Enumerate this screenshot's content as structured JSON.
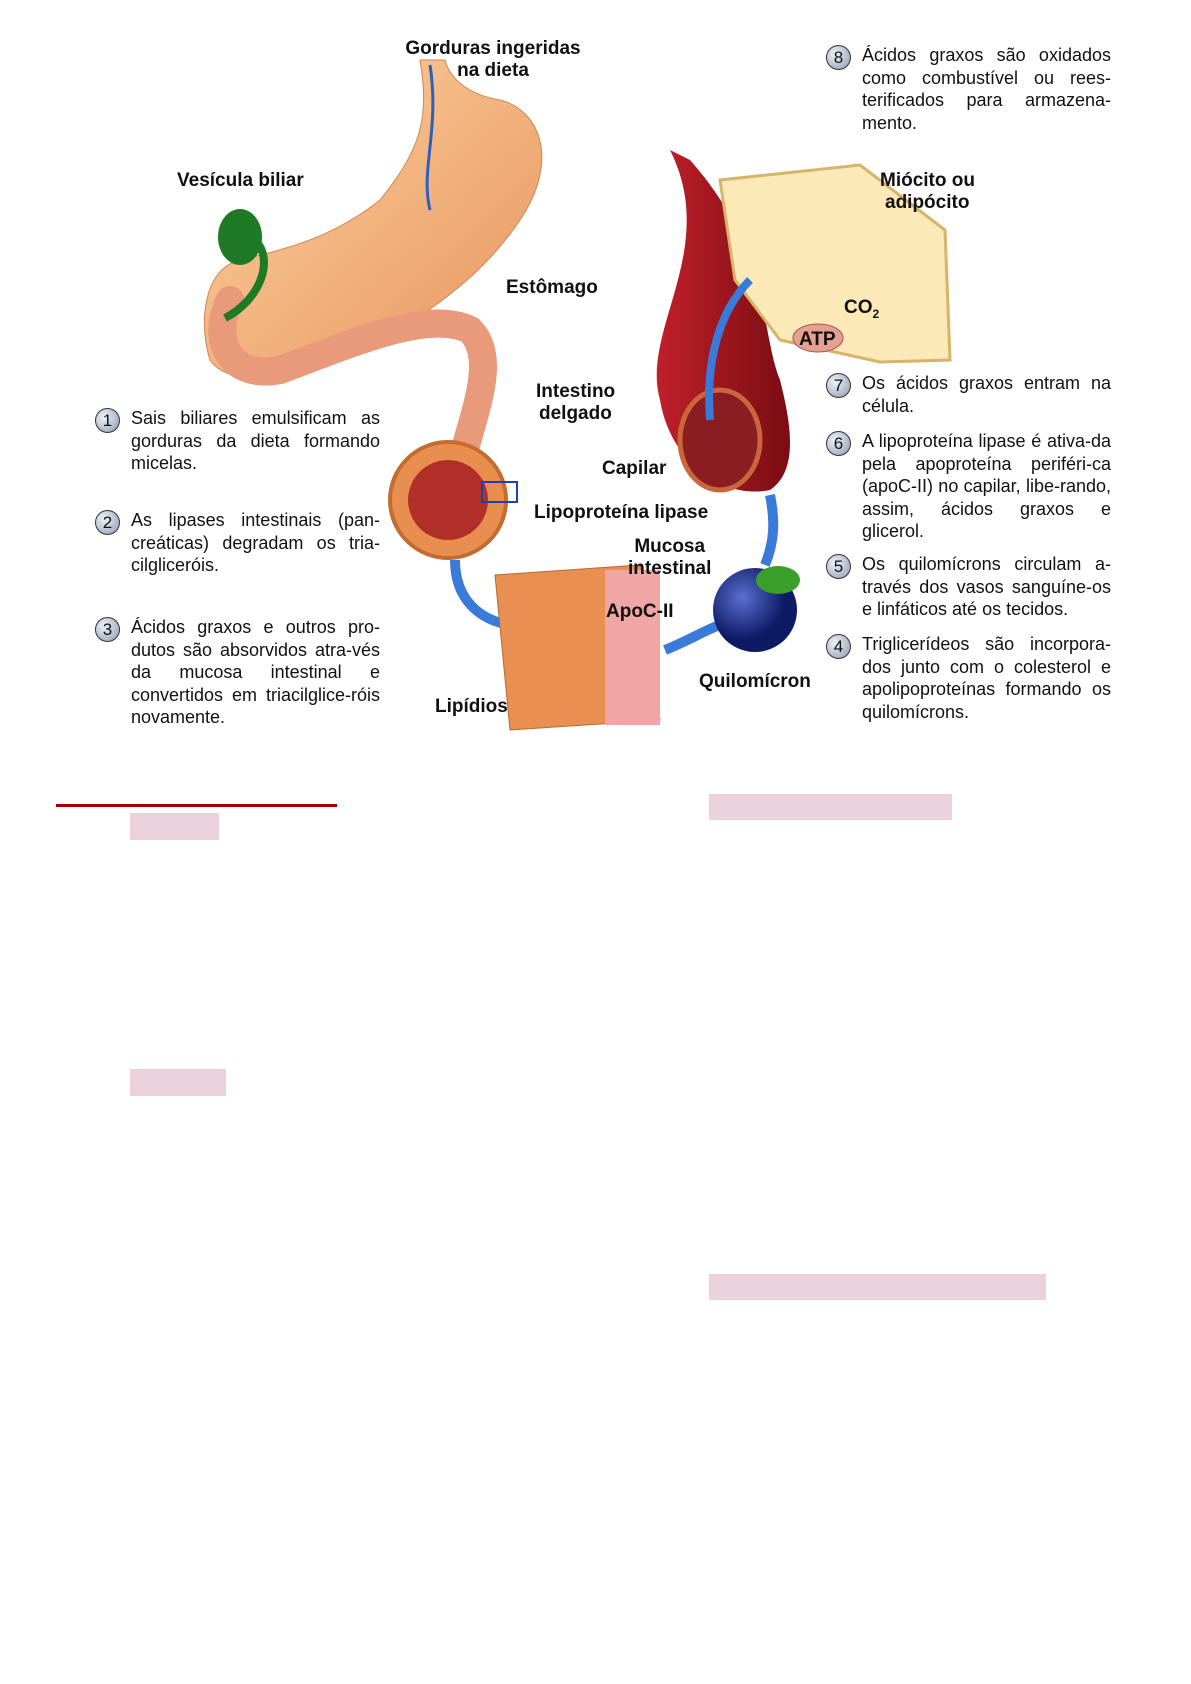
{
  "diagram": {
    "labels": {
      "gorduras": "Gorduras ingeridas",
      "gorduras2": "na dieta",
      "vesicula": "Vesícula biliar",
      "estomago": "Estômago",
      "intestino": "Intestino",
      "intestino2": "delgado",
      "capilar": "Capilar",
      "lipase": "Lipoproteína lipase",
      "mucosa": "Mucosa",
      "mucosa2": "intestinal",
      "apoc": "ApoC-II",
      "quilomicron": "Quilomícron",
      "lipidios": "Lipídios",
      "miocito": "Miócito ou",
      "miocito2": "adipócito",
      "co2": "CO",
      "co2_sub": "2",
      "atp": "ATP"
    },
    "steps_left": [
      {
        "num": "1",
        "text": "Sais biliares emulsificam as gorduras da dieta formando micelas."
      },
      {
        "num": "2",
        "text": "As lipases intestinais (pan-creáticas) degradam os tria-cilgliceróis."
      },
      {
        "num": "3",
        "text": "Ácidos graxos e outros pro-dutos são absorvidos atra-vés da mucosa intestinal e convertidos em triacilglice-róis novamente."
      }
    ],
    "steps_right": [
      {
        "num": "8",
        "text": "Ácidos graxos são oxidados como combustível ou rees-terificados para armazena-mento."
      },
      {
        "num": "7",
        "text": "Os ácidos graxos entram na célula."
      },
      {
        "num": "6",
        "text": "A lipoproteína lipase é ativa-da pela apoproteína periféri-ca (apoC-II) no capilar, libe-rando, assim, ácidos graxos e glicerol."
      },
      {
        "num": "5",
        "text": "Os quilomícrons circulam a-través dos vasos sanguíne-os e linfáticos até os tecidos."
      },
      {
        "num": "4",
        "text": "Triglicerídeos são incorpora-dos junto com o colesterol e apolipoproteínas formando os quilomícrons."
      }
    ]
  },
  "colors": {
    "rule": "#a00000",
    "highlight": "#ead1dc"
  }
}
